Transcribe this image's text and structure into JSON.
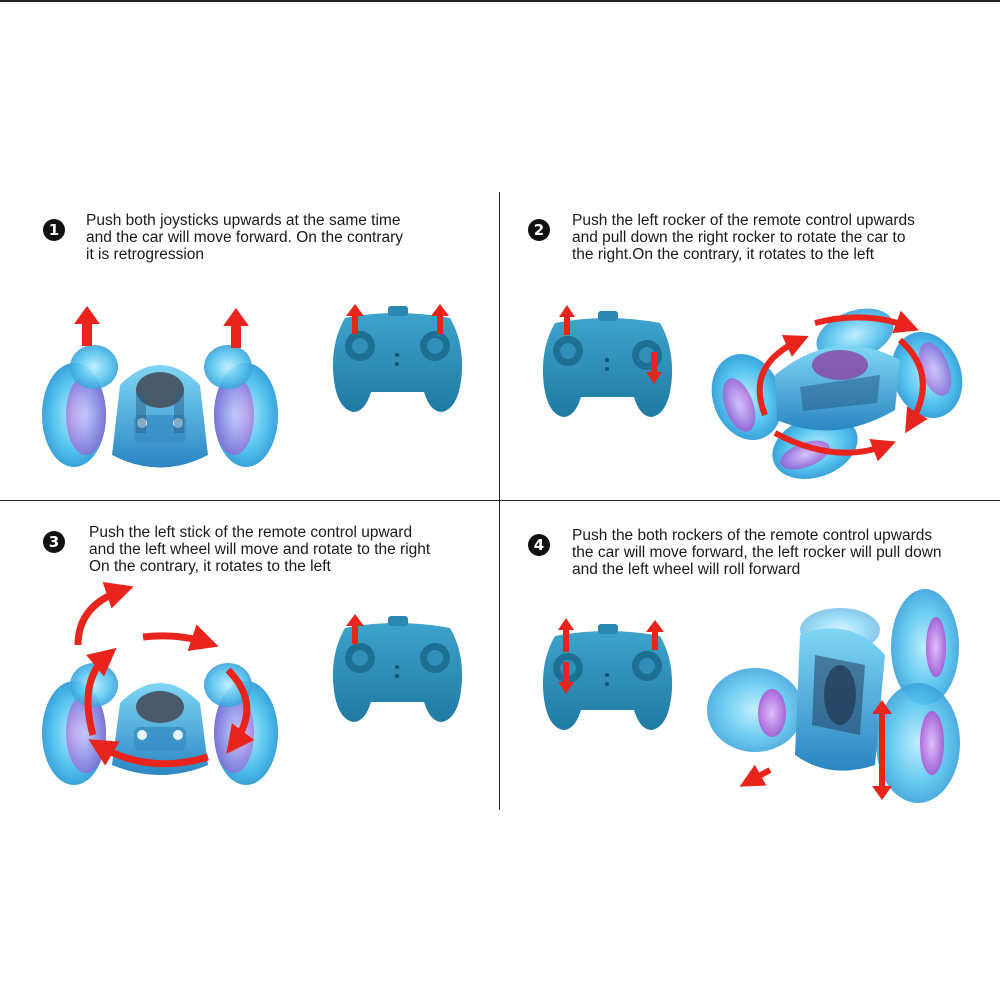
{
  "steps": [
    {
      "number": "1",
      "lines": [
        "Push both joysticks upwards at the same time",
        "and the car will move forward. On the contrary",
        "it is retrogression"
      ]
    },
    {
      "number": "2",
      "lines": [
        "Push the left rocker of the remote control upwards",
        "and pull down the right rocker to rotate the car to",
        "the right.On the contrary, it rotates to the left"
      ]
    },
    {
      "number": "3",
      "lines": [
        "Push the left stick of the remote control upward",
        "and the left wheel will move and rotate to the right",
        "On the contrary, it rotates to the left"
      ]
    },
    {
      "number": "4",
      "lines": [
        "Push the both rockers of the remote control upwards",
        "the car will move forward, the left rocker will pull down",
        "and the left wheel will roll forward"
      ]
    }
  ],
  "colors": {
    "arrow": "#e8241c",
    "controller": "#2f8fb8",
    "controller_dark": "#1d6f93",
    "wheel": "#5ec8ee",
    "wheel_glow": "#c06ad8",
    "frame": "#222222"
  }
}
